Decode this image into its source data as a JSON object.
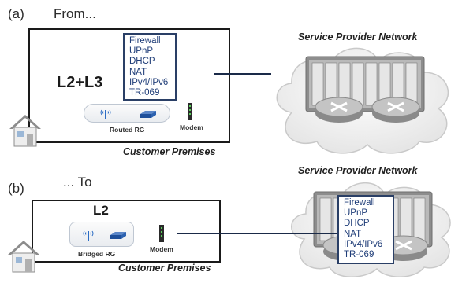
{
  "panel_a": {
    "label": "(a)",
    "title": "From...",
    "premises_label": "L2+L3",
    "functions": [
      "Firewall",
      "UPnP",
      "DHCP",
      "NAT",
      "IPv4/IPv6",
      "TR-069"
    ],
    "rg_caption": "Routed RG",
    "modem_caption": "Modem",
    "premises_caption": "Customer Premises",
    "network_caption": "Service Provider Network"
  },
  "panel_b": {
    "label": "(b)",
    "title": "... To",
    "premises_label": "L2",
    "functions": [
      "Firewall",
      "UPnP",
      "DHCP",
      "NAT",
      "IPv4/IPv6",
      "TR-069"
    ],
    "rg_caption": "Bridged RG",
    "modem_caption": "Modem",
    "premises_caption": "Customer Premises",
    "network_caption": "Service Provider Network"
  },
  "colors": {
    "function_text": "#1f3d78",
    "function_border": "#2a3f66",
    "cloud_fill": "#f2f2f2",
    "server_gray": "#9a9a9a"
  },
  "icons": [
    "house-icon",
    "wireless-access-point-icon",
    "router-icon",
    "modem-icon",
    "cloud-icon",
    "server-rack-icon",
    "router-disc-icon"
  ]
}
